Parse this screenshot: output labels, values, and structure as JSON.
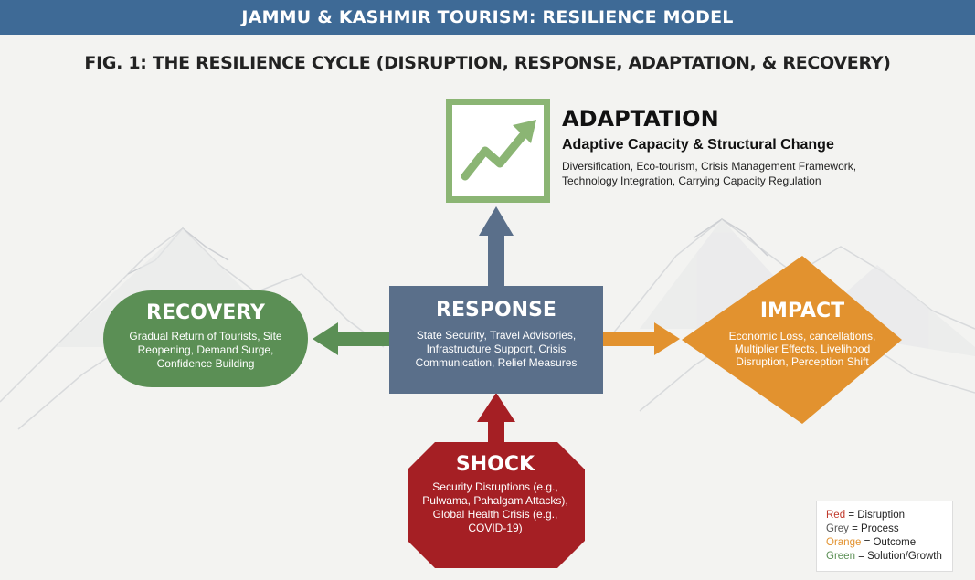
{
  "header": {
    "banner_title": "JAMMU & KASHMIR TOURISM: RESILIENCE MODEL",
    "figure_title": "FIG. 1: THE RESILIENCE CYCLE (DISRUPTION, RESPONSE, ADAPTATION, & RECOVERY)"
  },
  "adaptation": {
    "title": "ADAPTATION",
    "subtitle": "Adaptive Capacity & Structural Change",
    "description": "Diversification, Eco-tourism, Crisis Management Framework, Technology Integration, Carrying Capacity Regulation",
    "icon": "trend-up-chart-icon"
  },
  "response": {
    "title": "RESPONSE",
    "description": "State Security, Travel Advisories, Infrastructure Support, Crisis Communication, Relief Measures"
  },
  "recovery": {
    "title": "RECOVERY",
    "description": "Gradual Return of Tourists, Site Reopening, Demand Surge, Confidence Building"
  },
  "impact": {
    "title": "IMPACT",
    "description": "Economic Loss, cancellations, Multiplier Effects, Livelihood Disruption, Perception Shift"
  },
  "shock": {
    "title": "SHOCK",
    "description": "Security Disruptions (e.g., Pulwama, Pahalgam Attacks), Global Health Crisis (e.g., COVID-19)"
  },
  "legend": {
    "red": {
      "key": "Red",
      "label": "= Disruption"
    },
    "grey": {
      "key": "Grey",
      "label": "= Process"
    },
    "orange": {
      "key": "Orange",
      "label": "= Outcome"
    },
    "green": {
      "key": "Green",
      "label": "= Solution/Growth"
    }
  },
  "colors": {
    "banner": "#3e6a96",
    "response": "#5a6f8a",
    "recovery": "#5b8f55",
    "adaptation_border": "#8bb574",
    "impact": "#e2922f",
    "shock": "#a51f24",
    "legend_red": "#c0392b",
    "legend_grey": "#555555",
    "legend_orange": "#e2922f",
    "legend_green": "#5b8f55"
  }
}
